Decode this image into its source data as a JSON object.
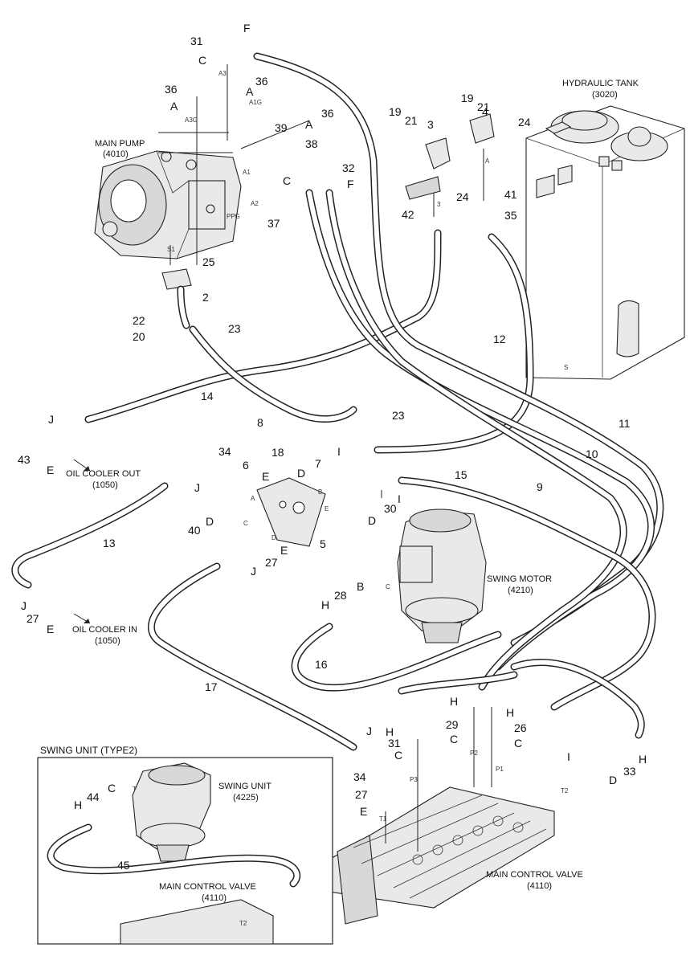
{
  "title_labels": {
    "main_pump": "MAIN PUMP",
    "main_pump_code": "(4010)",
    "hydraulic_tank": "HYDRAULIC TANK",
    "hydraulic_tank_code": "(3020)",
    "oil_cooler_out": "OIL COOLER OUT",
    "oil_cooler_out_code": "(1050)",
    "oil_cooler_in": "OIL COOLER IN",
    "oil_cooler_in_code": "(1050)",
    "swing_motor": "SWING MOTOR",
    "swing_motor_code": "(4210)",
    "main_control_valve": "MAIN CONTROL VALVE",
    "main_control_valve_code": "(4110)",
    "swing_unit_type2": "SWING UNIT (TYPE2)",
    "swing_unit": "SWING UNIT",
    "swing_unit_code": "(4225)",
    "inset_main_control_valve": "MAIN CONTROL VALVE",
    "inset_main_control_valve_code": "(4110)"
  },
  "callouts": {
    "n31a": "31",
    "fa": "F",
    "ca": "C",
    "a3": "A3",
    "n36a": "36",
    "aa": "A",
    "a3g": "A3G",
    "n36b": "36",
    "ab": "A",
    "a1g": "A1G",
    "n36c": "36",
    "ac": "A",
    "n39": "39",
    "n38": "38",
    "n32": "32",
    "a1": "A1",
    "cb": "C",
    "a2": "A2",
    "fb": "F",
    "ppg": "PPG",
    "n37": "37",
    "s1": "S1",
    "n25": "25",
    "n2": "2",
    "n22": "22",
    "n20": "20",
    "n23a": "23",
    "n19a": "19",
    "n21a": "21",
    "n3": "3",
    "n19b": "19",
    "n21b": "21",
    "n4": "4",
    "n24a": "24",
    "a_tank": "A",
    "n24b": "24",
    "n41": "41",
    "n42": "42",
    "three": "3",
    "n35": "35",
    "n12": "12",
    "s_tank": "S",
    "n14": "14",
    "n23b": "23",
    "n8": "8",
    "n11": "11",
    "n10": "10",
    "n9": "9",
    "ja": "J",
    "n43": "43",
    "ea": "E",
    "n34a": "34",
    "n6": "6",
    "jb": "J",
    "eb": "E",
    "n18": "18",
    "ia": "I",
    "n7": "7",
    "da": "D",
    "n15": "15",
    "b_block": "B",
    "a_block": "A",
    "e_block": "E",
    "n30": "30",
    "ib": "I",
    "db": "D",
    "n13": "13",
    "n40": "40",
    "dc": "D",
    "c_block": "C",
    "d_block": "D",
    "ec": "E",
    "n5": "5",
    "n27a": "27",
    "jc": "J",
    "jd": "J",
    "n27b": "27",
    "ed": "E",
    "bm": "B",
    "c_motor": "C",
    "n28": "28",
    "hm": "H",
    "n16": "16",
    "n17": "17",
    "ha": "H",
    "hb": "H",
    "n29": "29",
    "n26": "26",
    "hc": "H",
    "n31b": "31",
    "cc": "C",
    "cd": "C",
    "ce": "C",
    "p2": "P2",
    "p1": "P1",
    "p3": "P3",
    "t1": "T1",
    "t2": "T2",
    "je": "J",
    "n34b": "34",
    "n27c": "27",
    "ee": "E",
    "ic": "I",
    "hd": "H",
    "n33": "33",
    "dd": "D",
    "n44": "44",
    "cf": "C",
    "hi": "H",
    "t_inset": "T",
    "n45": "45",
    "t2i": "T2"
  },
  "colors": {
    "line": "#222222",
    "background": "#ffffff",
    "part_fill": "#e9e9e9"
  }
}
